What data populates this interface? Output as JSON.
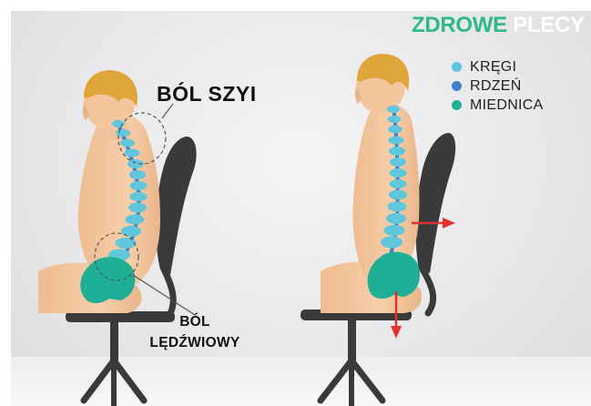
{
  "brand": {
    "part1": "ZDROWE",
    "part2": "PLECY"
  },
  "legend": [
    {
      "label": "KRĘGI",
      "color": "#5fc6dc"
    },
    {
      "label": "RDZEŃ",
      "color": "#3f7fcb"
    },
    {
      "label": "MIEDNICA",
      "color": "#1fae96"
    }
  ],
  "callouts": {
    "neck_pain": "BÓL SZYI",
    "lumbar_line1": "BÓL",
    "lumbar_line2": "LĘDŹWIOWY"
  },
  "colors": {
    "brand_green": "#2fb88a",
    "skin": "#f2c49b",
    "hair": "#e0a53a",
    "chair": "#3a3a3d",
    "arrow": "#e0322f"
  },
  "icons": [
    "arrow-right-icon",
    "arrow-down-icon"
  ]
}
